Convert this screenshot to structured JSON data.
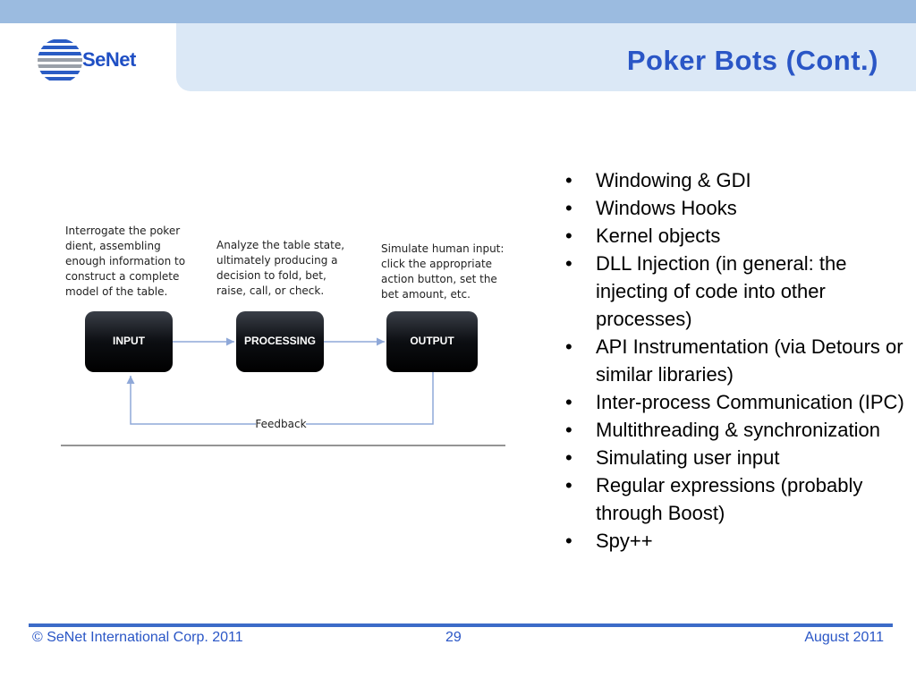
{
  "header": {
    "title": "Poker Bots (Cont.)",
    "logo_text": "SeNet"
  },
  "diagram": {
    "caption_input": [
      "Interrogate the poker",
      "dient, assembling",
      "enough information to",
      "construct a complete",
      "model of the table."
    ],
    "caption_processing": [
      "Analyze the table state,",
      "ultimately producing a",
      "decision to fold, bet,",
      "raise, call, or check."
    ],
    "caption_output": [
      "Simulate human input:",
      "click the appropriate",
      "action button, set the",
      "bet amount, etc."
    ],
    "box_input": "INPUT",
    "box_processing": "PROCESSING",
    "box_output": "OUTPUT",
    "feedback_label": "Feedback"
  },
  "bullets": [
    "Windowing & GDI",
    "Windows Hooks",
    "Kernel objects",
    "DLL Injection (in general: the injecting of code into other processes)",
    "API Instrumentation (via Detours or similar libraries)",
    "Inter-process Communication (IPC)",
    "Multithreading & synchronization",
    "Simulating user input",
    "Regular expressions (probably through Boost)",
    "Spy++"
  ],
  "bullet_symbol": "•",
  "footer": {
    "copyright": "© SeNet International Corp. 2011",
    "page_number": "29",
    "date": "August 2011"
  },
  "colors": {
    "title": "#2a56c6",
    "top_band": "#9bbbe0",
    "title_bar": "#dbe8f6",
    "footer_line": "#3c6bc8",
    "arrow": "#8fa8d8"
  }
}
